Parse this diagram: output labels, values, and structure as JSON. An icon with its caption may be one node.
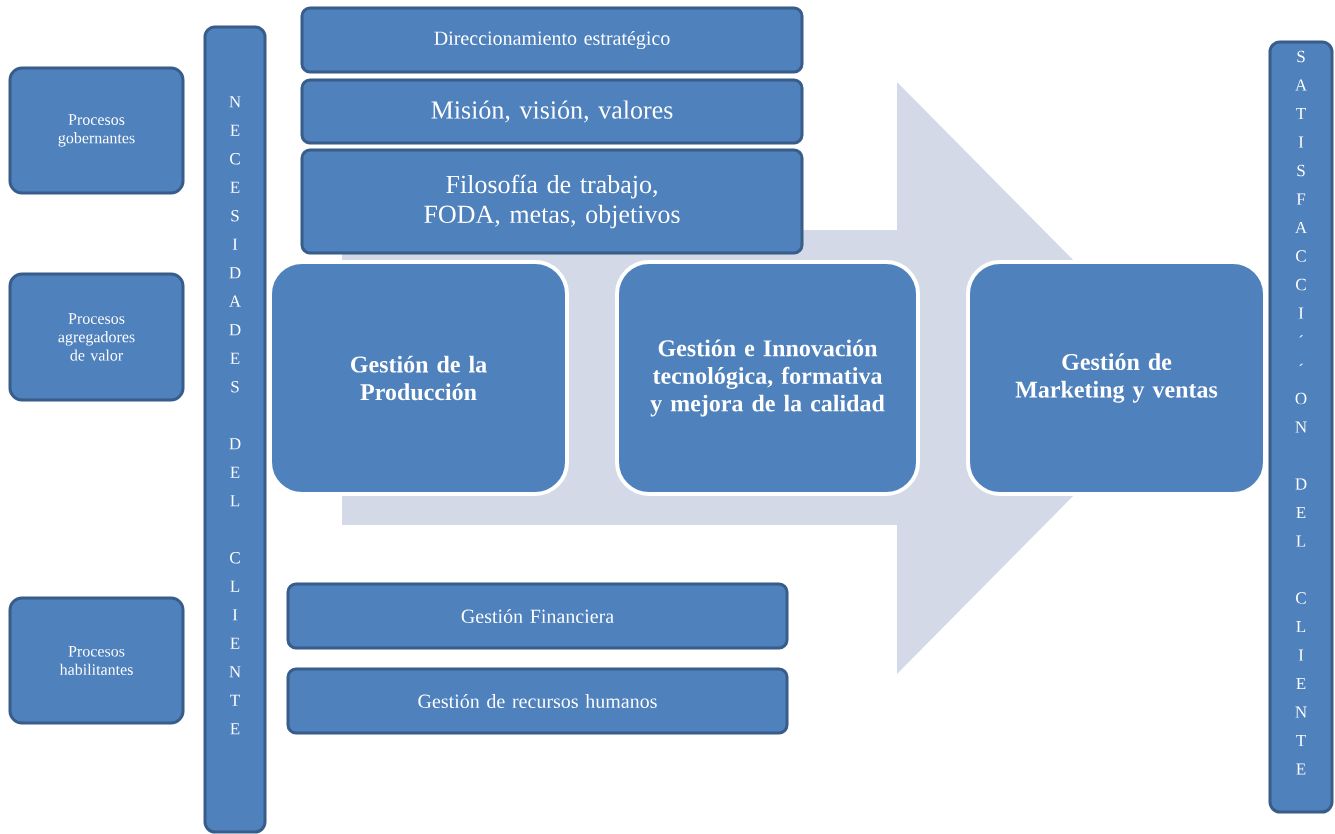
{
  "diagram": {
    "nodes": [
      {
        "text": [
          "Procesos gobernantes"
        ]
      },
      {
        "text": [
          "Procesos agregadores de valor"
        ]
      },
      {
        "text": [
          "Procesos habilitantes"
        ]
      },
      {
        "text": [
          "NECESIDADES DEL CLIENTE"
        ]
      },
      {
        "text": [
          "Direccionamiento estratégico"
        ]
      },
      {
        "text": [
          "Misión, visión, valores"
        ]
      },
      {
        "text": [
          "Filosofía de trabajo, FODA, metas, objetivos"
        ]
      },
      {
        "text": [
          "Gestión de la Producción"
        ]
      },
      {
        "text": [
          "Gestión e Innovación tecnológica, formativa y mejora de la calidad"
        ]
      },
      {
        "text": [
          "Gestión de Marketing y ventas"
        ]
      },
      {
        "text": [
          "Gestión Financiera"
        ]
      },
      {
        "text": [
          "Gestión de recursos humanos"
        ]
      },
      {
        "text": [
          "SATISFACCI´´ON DEL CLIENTE"
        ]
      }
    ],
    "edges": [
      {
        "from": 7,
        "to": 9,
        "arrow": "to"
      }
    ]
  }
}
